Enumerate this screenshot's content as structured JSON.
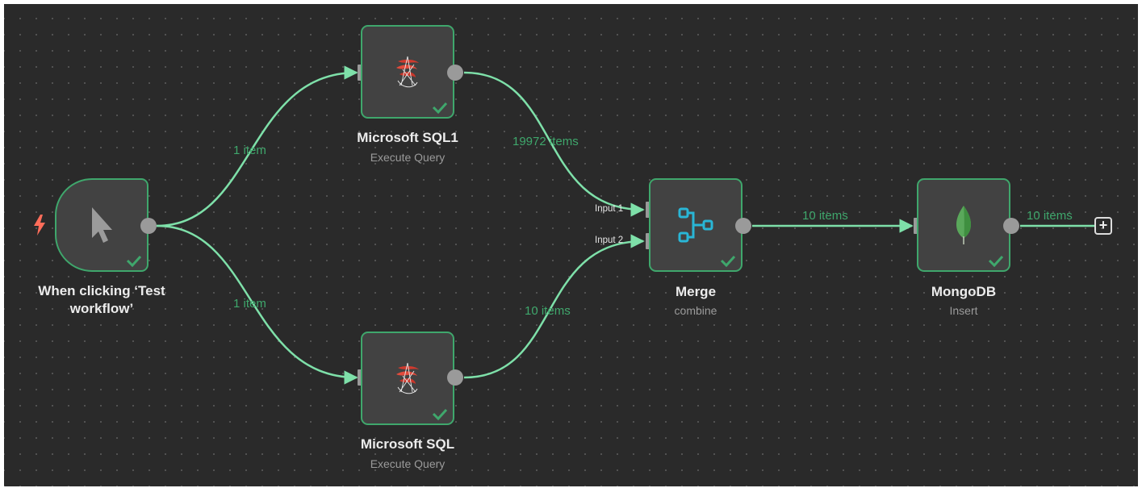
{
  "nodes": {
    "trigger": {
      "title": "When clicking ‘Test workflow’",
      "icon": "cursor-icon",
      "status": "success"
    },
    "sql1": {
      "title": "Microsoft SQL1",
      "subtitle": "Execute Query",
      "icon": "mssql-icon",
      "status": "success"
    },
    "sql": {
      "title": "Microsoft SQL",
      "subtitle": "Execute Query",
      "icon": "mssql-icon",
      "status": "success"
    },
    "merge": {
      "title": "Merge",
      "subtitle": "combine",
      "icon": "merge-icon",
      "input1": "Input 1",
      "input2": "Input 2",
      "status": "success"
    },
    "mongodb": {
      "title": "MongoDB",
      "subtitle": "Insert",
      "icon": "mongodb-leaf-icon",
      "status": "success"
    }
  },
  "edges": {
    "trigger_to_sql1": "1 item",
    "trigger_to_sql": "1 item",
    "sql1_to_merge": "19972 items",
    "sql_to_merge": "10 items",
    "merge_to_mongodb": "10 items",
    "mongodb_output": "10 items"
  },
  "add_node_symbol": "+",
  "colors": {
    "canvas": "#2a2a2a",
    "node_fill": "#424242",
    "success": "#3fa76c",
    "edge": "#7ee0a9",
    "trigger_bolt": "#ff6d5a"
  }
}
